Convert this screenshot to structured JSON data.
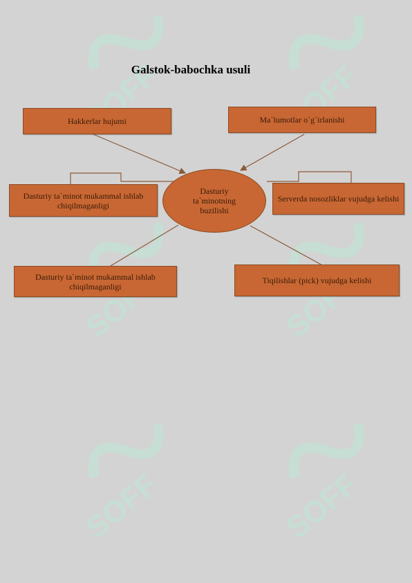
{
  "title": "Galstok-babochka usuli",
  "center": "Dasturiy ta`minotning buzilishi",
  "boxes": {
    "top_left": "Hakkerlar hujumi",
    "top_right": "Ma`lumotlar o`g`irlanishi",
    "mid_left": "Dasturiy ta`minot mukammal ishlab chiqilmaganligi",
    "mid_right": "Serverda nosozliklar vujudga kelishi",
    "bottom_left": "Dasturiy ta`minot mukammal ishlab chiqilmaganligi",
    "bottom_right": "Tiqilishlar (pick) vujudga kelishi"
  },
  "watermark": "SOFF",
  "colors": {
    "box_fill": "#c86733",
    "connector": "#8a5a3a",
    "page_bg": "#d3d3d3",
    "watermark": "#b8ecd6"
  }
}
